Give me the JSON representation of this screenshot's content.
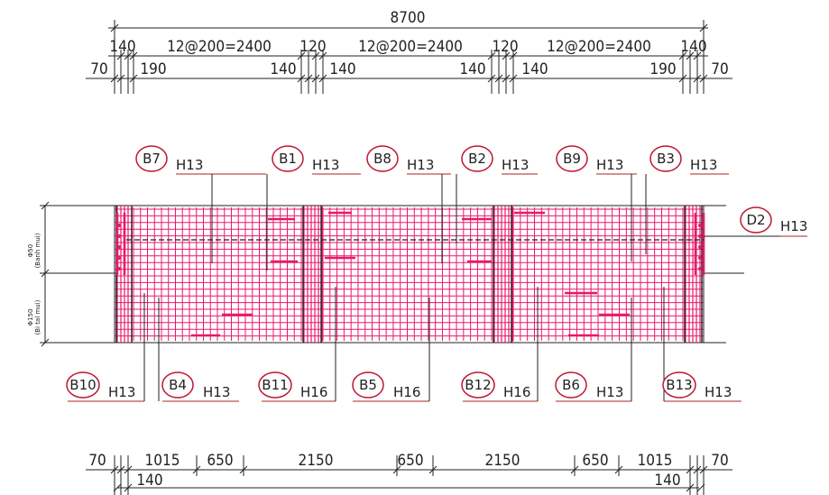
{
  "colors": {
    "rebar": "#e8186a",
    "line": "#222222",
    "bubble": "#c0152f",
    "leader": "#b22222"
  },
  "top_dims": {
    "overall": "8700",
    "row1": [
      "140",
      "12@200=2400",
      "120",
      "12@200=2400",
      "120",
      "12@200=2400",
      "140"
    ],
    "row2": [
      "70",
      "190",
      "140",
      "140",
      "140",
      "140",
      "190",
      "70"
    ]
  },
  "bottom_dims": {
    "row1": [
      "70",
      "1015",
      "650",
      "2150",
      "650",
      "2150",
      "650",
      "1015",
      "70"
    ],
    "row2": [
      "140",
      "140"
    ]
  },
  "side_labels": {
    "upper": "Φ50",
    "upper_sub": "(Banh mui)",
    "lower": "Φ150",
    "lower_sub": "(Bi tal mui)"
  },
  "marks_top": [
    {
      "id": "B7",
      "size": "H13"
    },
    {
      "id": "B1",
      "size": "H13"
    },
    {
      "id": "B8",
      "size": "H13"
    },
    {
      "id": "B2",
      "size": "H13"
    },
    {
      "id": "B9",
      "size": "H13"
    },
    {
      "id": "B3",
      "size": "H13"
    }
  ],
  "mark_right": {
    "id": "D2",
    "size": "H13"
  },
  "marks_bottom": [
    {
      "id": "B10",
      "size": "H13"
    },
    {
      "id": "B4",
      "size": "H13"
    },
    {
      "id": "B11",
      "size": "H16"
    },
    {
      "id": "B5",
      "size": "H16"
    },
    {
      "id": "B12",
      "size": "H16"
    },
    {
      "id": "B6",
      "size": "H13"
    },
    {
      "id": "B13",
      "size": "H13"
    }
  ]
}
